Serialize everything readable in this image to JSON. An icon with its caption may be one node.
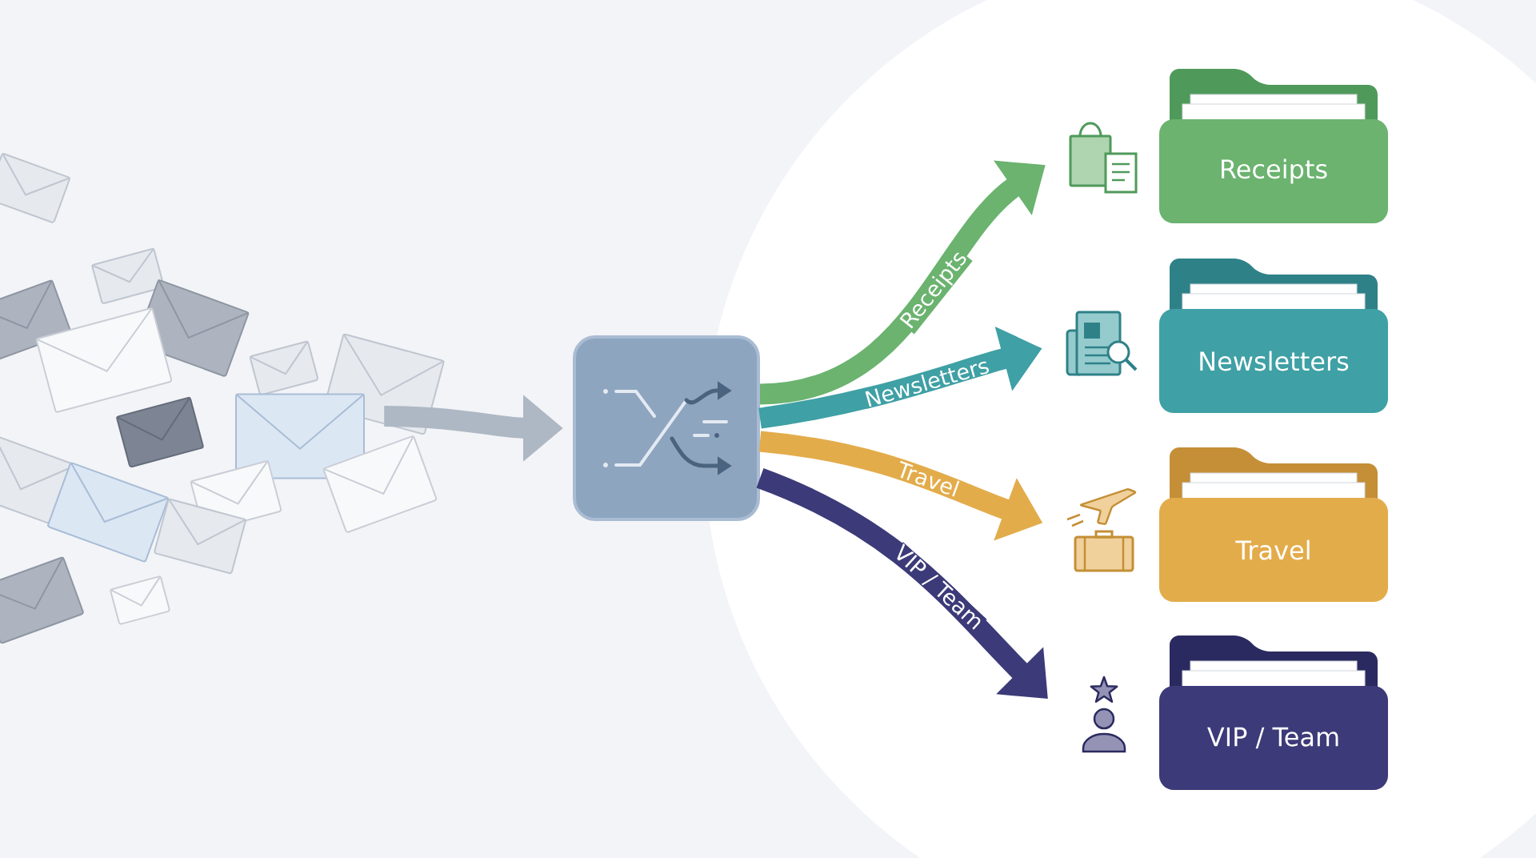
{
  "diagram": {
    "nodes": [
      {
        "text": [],
        "shape": "picture"
      },
      {
        "text": [],
        "shape": "box"
      },
      {
        "text": [],
        "shape": "picture"
      },
      {
        "text": [
          "Receipts"
        ]
      },
      {
        "text": [],
        "shape": "picture"
      },
      {
        "text": [
          "Newsletters"
        ]
      },
      {
        "text": [],
        "shape": "picture"
      },
      {
        "text": [
          "Travel"
        ]
      },
      {
        "text": [],
        "shape": "picture"
      },
      {
        "text": [
          "VIP / Team"
        ]
      }
    ],
    "edges": [
      {
        "from": 0,
        "to": 1,
        "arrow": "to",
        "color": "#aeb8c4"
      },
      {
        "from": 1,
        "to": 2,
        "arrow": "to",
        "label": "Receipts",
        "color": "#6bb36f"
      },
      {
        "from": 1,
        "to": 4,
        "arrow": "to",
        "label": "Newsletters",
        "color": "#3fa0a5"
      },
      {
        "from": 1,
        "to": 6,
        "arrow": "to",
        "label": "Travel",
        "color": "#e3ac4b"
      },
      {
        "from": 1,
        "to": 8,
        "arrow": "to",
        "label": "VIP / Team",
        "color": "#3c3a78"
      }
    ]
  }
}
